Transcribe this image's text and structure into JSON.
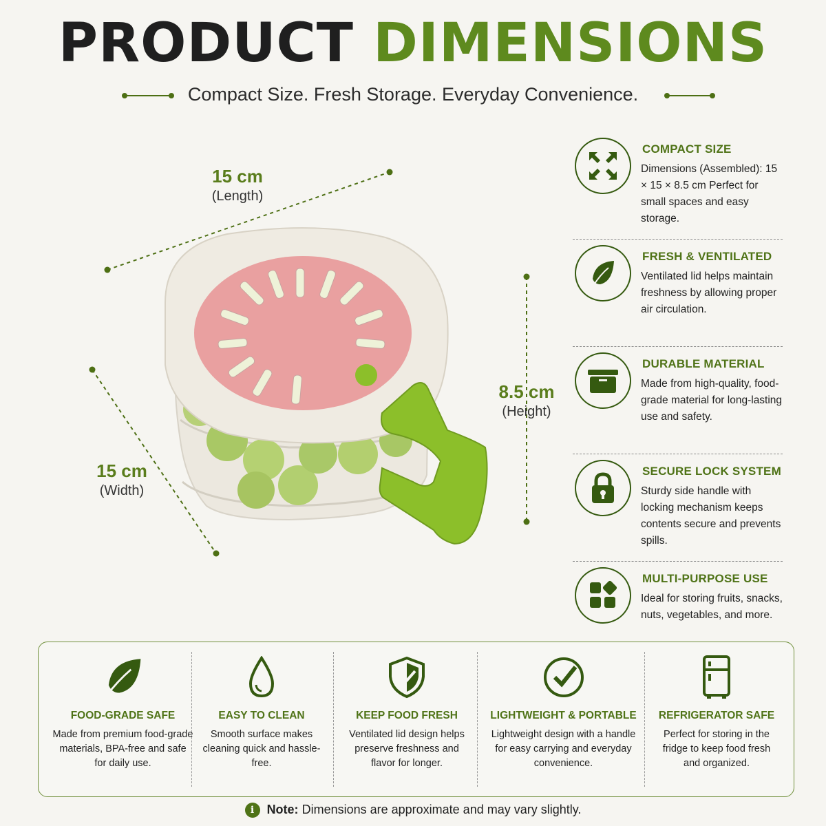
{
  "header": {
    "title_part1": "PRODUCT",
    "title_part2": "DIMENSIONS",
    "subtitle": "Compact Size. Fresh Storage. Everyday Convenience."
  },
  "dimensions": {
    "length": {
      "value": "15 cm",
      "label": "(Length)"
    },
    "width": {
      "value": "15 cm",
      "label": "(Width)"
    },
    "height": {
      "value": "8.5 cm",
      "label": "(Height)"
    }
  },
  "features": [
    {
      "icon": "compact-arrows-icon",
      "title": "COMPACT SIZE",
      "text": "Dimensions (Assembled): 15 × 15 × 8.5 cm Perfect for small spaces and easy storage."
    },
    {
      "icon": "leaf-icon",
      "title": "FRESH & VENTILATED",
      "text": "Ventilated lid helps maintain freshness by allowing proper air circulation."
    },
    {
      "icon": "container-icon",
      "title": "DURABLE MATERIAL",
      "text": "Made from high-quality, food-grade material for long-lasting use and safety."
    },
    {
      "icon": "lock-icon",
      "title": "SECURE LOCK SYSTEM",
      "text": "Sturdy side handle with locking mechanism keeps contents secure and prevents spills."
    },
    {
      "icon": "grid-shapes-icon",
      "title": "MULTI-PURPOSE USE",
      "text": "Ideal for storing fruits, snacks, nuts, vegetables, and more."
    }
  ],
  "benefits": [
    {
      "icon": "leaf-icon",
      "title": "FOOD-GRADE SAFE",
      "text": "Made from premium food-grade materials, BPA-free and safe for daily use."
    },
    {
      "icon": "water-drop-icon",
      "title": "EASY TO CLEAN",
      "text": "Smooth surface makes cleaning quick and hassle-free."
    },
    {
      "icon": "shield-check-icon",
      "title": "KEEP FOOD FRESH",
      "text": "Ventilated lid design helps preserve freshness and flavor for longer."
    },
    {
      "icon": "check-circle-icon",
      "title": "LIGHTWEIGHT & PORTABLE",
      "text": "Lightweight design with a handle for easy carrying and everyday convenience."
    },
    {
      "icon": "fridge-icon",
      "title": "REFRIGERATOR SAFE",
      "text": "Perfect for storing in the fridge to keep food fresh and organized."
    }
  ],
  "note": {
    "icon": "info-icon",
    "label": "Note:",
    "text": "Dimensions are approximate and may vary slightly."
  },
  "colors": {
    "accent_green": "#5e8a1e",
    "dark_green": "#355a10",
    "lid_pink": "#e9a0a0",
    "handle_green": "#8cbf2a",
    "background": "#f6f5f1"
  }
}
